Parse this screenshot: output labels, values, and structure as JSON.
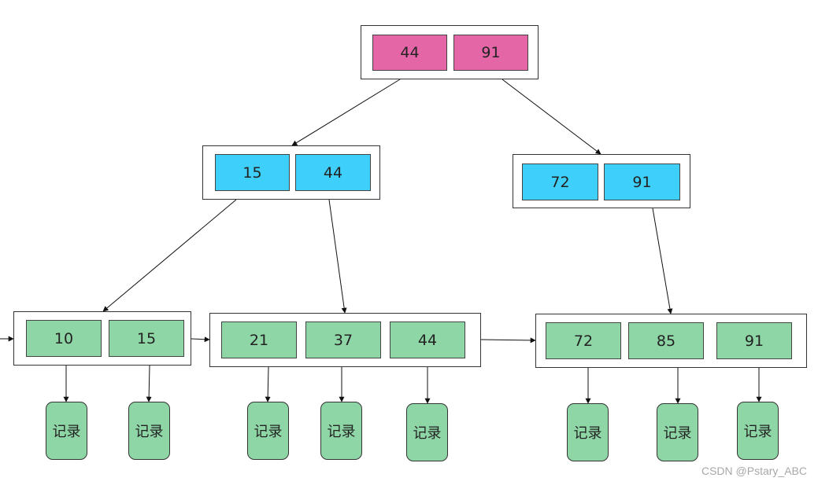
{
  "tree": {
    "root": {
      "keys": [
        "44",
        "91"
      ]
    },
    "internal": [
      {
        "keys": [
          "15",
          "44"
        ]
      },
      {
        "keys": [
          "72",
          "91"
        ]
      }
    ],
    "leaves": [
      {
        "keys": [
          "10",
          "15"
        ]
      },
      {
        "keys": [
          "21",
          "37",
          "44"
        ]
      },
      {
        "keys": [
          "72",
          "85",
          "91"
        ]
      }
    ],
    "record_label": "记录"
  },
  "colors": {
    "root": "#e466a6",
    "internal": "#3ecffa",
    "leaf": "#8ed6a6"
  },
  "watermark": "CSDN @Pstary_ABC"
}
